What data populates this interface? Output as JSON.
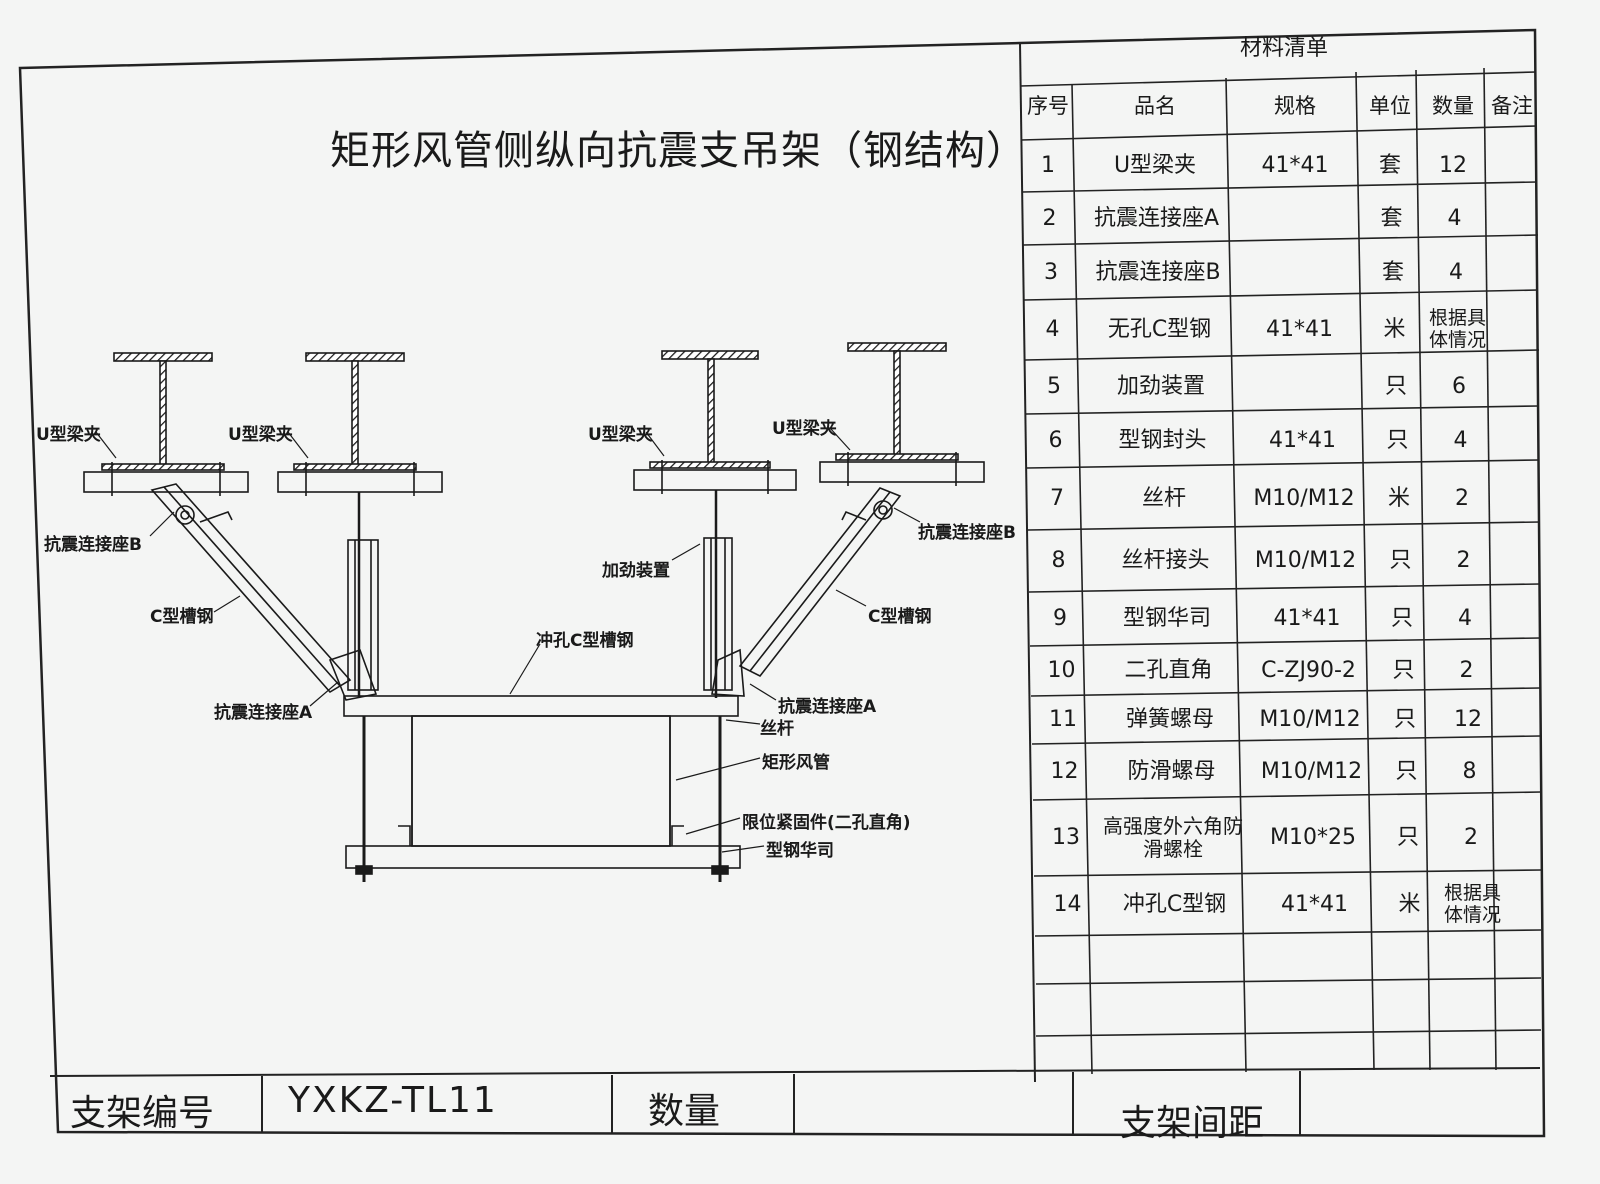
{
  "title": "矩形风管侧纵向抗震支吊架（钢结构）",
  "labels": {
    "u_clamp_1": "U型梁夹",
    "u_clamp_2": "U型梁夹",
    "u_clamp_3": "U型梁夹",
    "u_clamp_4": "U型梁夹",
    "seat_b_left": "抗震连接座B",
    "seat_b_right": "抗震连接座B",
    "stiffener": "加劲装置",
    "c_channel_left": "C型槽钢",
    "c_channel_right": "C型槽钢",
    "punched_c_channel": "冲孔C型槽钢",
    "seat_a_left": "抗震连接座A",
    "seat_a_right": "抗震连接座A",
    "rod": "丝杆",
    "duct": "矩形风管",
    "limit_fastener": "限位紧固件(二孔直角)",
    "washer": "型钢华司"
  },
  "bom": {
    "title": "材料清单",
    "headers": [
      "序号",
      "品名",
      "规格",
      "单位",
      "数量",
      "备注"
    ],
    "rows": [
      [
        "1",
        "U型梁夹",
        "41*41",
        "套",
        "12",
        ""
      ],
      [
        "2",
        "抗震连接座A",
        "",
        "套",
        "4",
        ""
      ],
      [
        "3",
        "抗震连接座B",
        "",
        "套",
        "4",
        ""
      ],
      [
        "4",
        "无孔C型钢",
        "41*41",
        "米",
        "根据具体情况",
        ""
      ],
      [
        "5",
        "加劲装置",
        "",
        "只",
        "6",
        ""
      ],
      [
        "6",
        "型钢封头",
        "41*41",
        "只",
        "4",
        ""
      ],
      [
        "7",
        "丝杆",
        "M10/M12",
        "米",
        "2",
        ""
      ],
      [
        "8",
        "丝杆接头",
        "M10/M12",
        "只",
        "2",
        ""
      ],
      [
        "9",
        "型钢华司",
        "41*41",
        "只",
        "4",
        ""
      ],
      [
        "10",
        "二孔直角",
        "C-ZJ90-2",
        "只",
        "2",
        ""
      ],
      [
        "11",
        "弹簧螺母",
        "M10/M12",
        "只",
        "12",
        ""
      ],
      [
        "12",
        "防滑螺母",
        "M10/M12",
        "只",
        "8",
        ""
      ],
      [
        "13",
        "高强度外六角防滑螺栓",
        "M10*25",
        "只",
        "2",
        ""
      ],
      [
        "14",
        "冲孔C型钢",
        "41*41",
        "米",
        "根据具体情况",
        ""
      ]
    ]
  },
  "footer": {
    "bracket_no_label": "支架编号",
    "bracket_no_value": "YXKZ-TL11",
    "qty_label": "数量",
    "qty_value": "",
    "spacing_label": "支架间距",
    "spacing_value": ""
  }
}
